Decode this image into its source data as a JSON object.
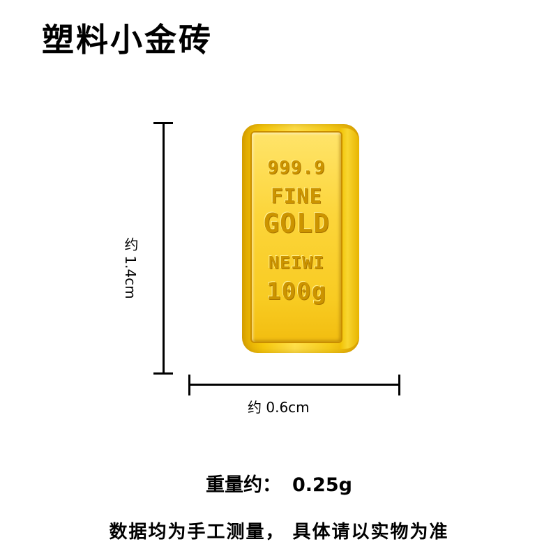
{
  "title": "塑料小金砖",
  "dimensions": {
    "height_label": "约 1.4cm",
    "width_label": "约 0.6cm"
  },
  "gold_bar": {
    "engraving": [
      "999.9",
      "FINE",
      "GOLD",
      "NEIWI",
      "100g"
    ],
    "colors": {
      "gold_light": "#ffe04a",
      "gold_mid": "#f6c80c",
      "gold_dark": "#c98e00"
    }
  },
  "weight": {
    "label": "重量约：",
    "value": "0.25g"
  },
  "note": "数据均为手工测量，  具体请以实物为准"
}
